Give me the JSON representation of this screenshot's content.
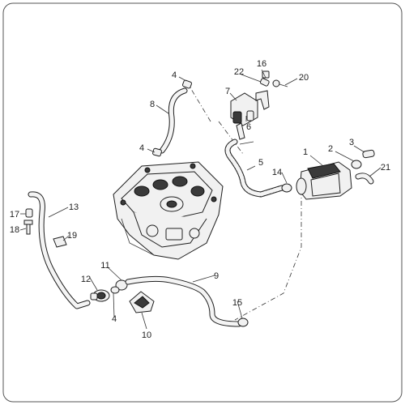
{
  "callouts": [
    {
      "id": "c1",
      "label": "1"
    },
    {
      "id": "c2",
      "label": "2"
    },
    {
      "id": "c3",
      "label": "3"
    },
    {
      "id": "c4a",
      "label": "4"
    },
    {
      "id": "c4b",
      "label": "4"
    },
    {
      "id": "c4c",
      "label": "4"
    },
    {
      "id": "c5",
      "label": "5"
    },
    {
      "id": "c6",
      "label": "6"
    },
    {
      "id": "c7",
      "label": "7"
    },
    {
      "id": "c8",
      "label": "8"
    },
    {
      "id": "c9",
      "label": "9"
    },
    {
      "id": "c10",
      "label": "10"
    },
    {
      "id": "c11",
      "label": "11"
    },
    {
      "id": "c12",
      "label": "12"
    },
    {
      "id": "c13",
      "label": "13"
    },
    {
      "id": "c14",
      "label": "14"
    },
    {
      "id": "c15",
      "label": "15"
    },
    {
      "id": "c16",
      "label": "16"
    },
    {
      "id": "c17",
      "label": "17"
    },
    {
      "id": "c18",
      "label": "18"
    },
    {
      "id": "c19",
      "label": "19"
    },
    {
      "id": "c20",
      "label": "20"
    },
    {
      "id": "c21",
      "label": "21"
    },
    {
      "id": "c22",
      "label": "22"
    }
  ]
}
